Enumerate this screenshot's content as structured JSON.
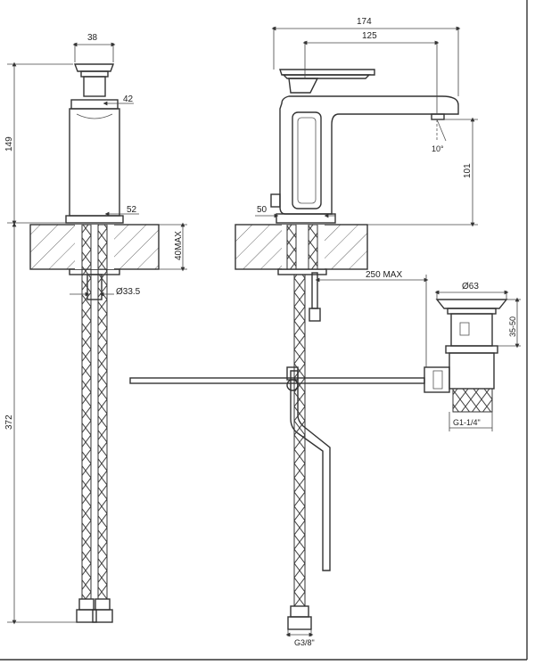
{
  "dimensions": {
    "front_width": "38",
    "front_height": "149",
    "front_knob": "42",
    "front_base": "52",
    "front_shank_dia": "Ø33.5",
    "deck_thickness": "40MAX",
    "hose_length": "372",
    "side_width": "174",
    "spout_reach": "125",
    "spout_height": "101",
    "spout_angle": "10°",
    "side_base_offset": "50",
    "pullrod_length": "250 MAX",
    "waste_dia": "Ø63",
    "waste_height": "35-50",
    "waste_thread": "G1-1/4\"",
    "hose_thread": "G3/8\""
  },
  "colors": {
    "line": "#333333",
    "background": "#ffffff"
  }
}
